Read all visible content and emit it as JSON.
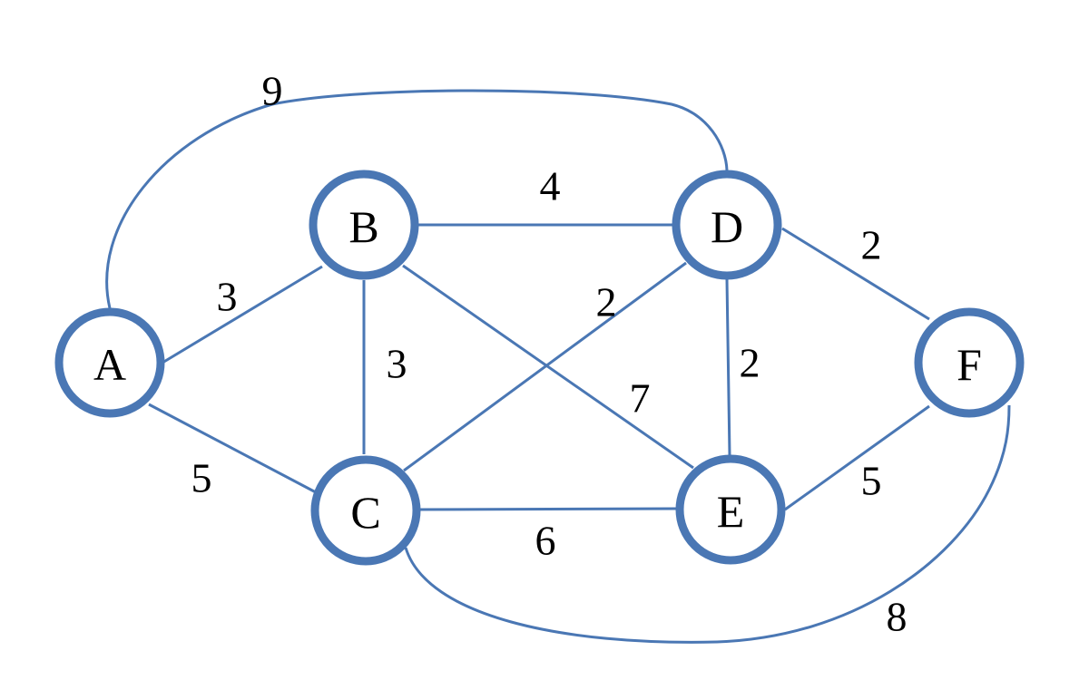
{
  "colors": {
    "edge": "#4a77b4",
    "node_border": "#4a77b4",
    "text": "#000000"
  },
  "nodes": [
    {
      "id": "A",
      "label": "A"
    },
    {
      "id": "B",
      "label": "B"
    },
    {
      "id": "C",
      "label": "C"
    },
    {
      "id": "D",
      "label": "D"
    },
    {
      "id": "E",
      "label": "E"
    },
    {
      "id": "F",
      "label": "F"
    }
  ],
  "edges": [
    {
      "id": "A-D",
      "source": "A",
      "target": "D",
      "weight": "9"
    },
    {
      "id": "A-B",
      "source": "A",
      "target": "B",
      "weight": "3"
    },
    {
      "id": "A-C",
      "source": "A",
      "target": "C",
      "weight": "5"
    },
    {
      "id": "B-D",
      "source": "B",
      "target": "D",
      "weight": "4"
    },
    {
      "id": "B-C",
      "source": "B",
      "target": "C",
      "weight": "3"
    },
    {
      "id": "B-E",
      "source": "B",
      "target": "E",
      "weight": "7"
    },
    {
      "id": "C-D",
      "source": "C",
      "target": "D",
      "weight": "2"
    },
    {
      "id": "D-E",
      "source": "D",
      "target": "E",
      "weight": "2"
    },
    {
      "id": "D-F",
      "source": "D",
      "target": "F",
      "weight": "2"
    },
    {
      "id": "C-E",
      "source": "C",
      "target": "E",
      "weight": "6"
    },
    {
      "id": "E-F",
      "source": "E",
      "target": "F",
      "weight": "5"
    },
    {
      "id": "C-F",
      "source": "C",
      "target": "F",
      "weight": "8"
    }
  ]
}
